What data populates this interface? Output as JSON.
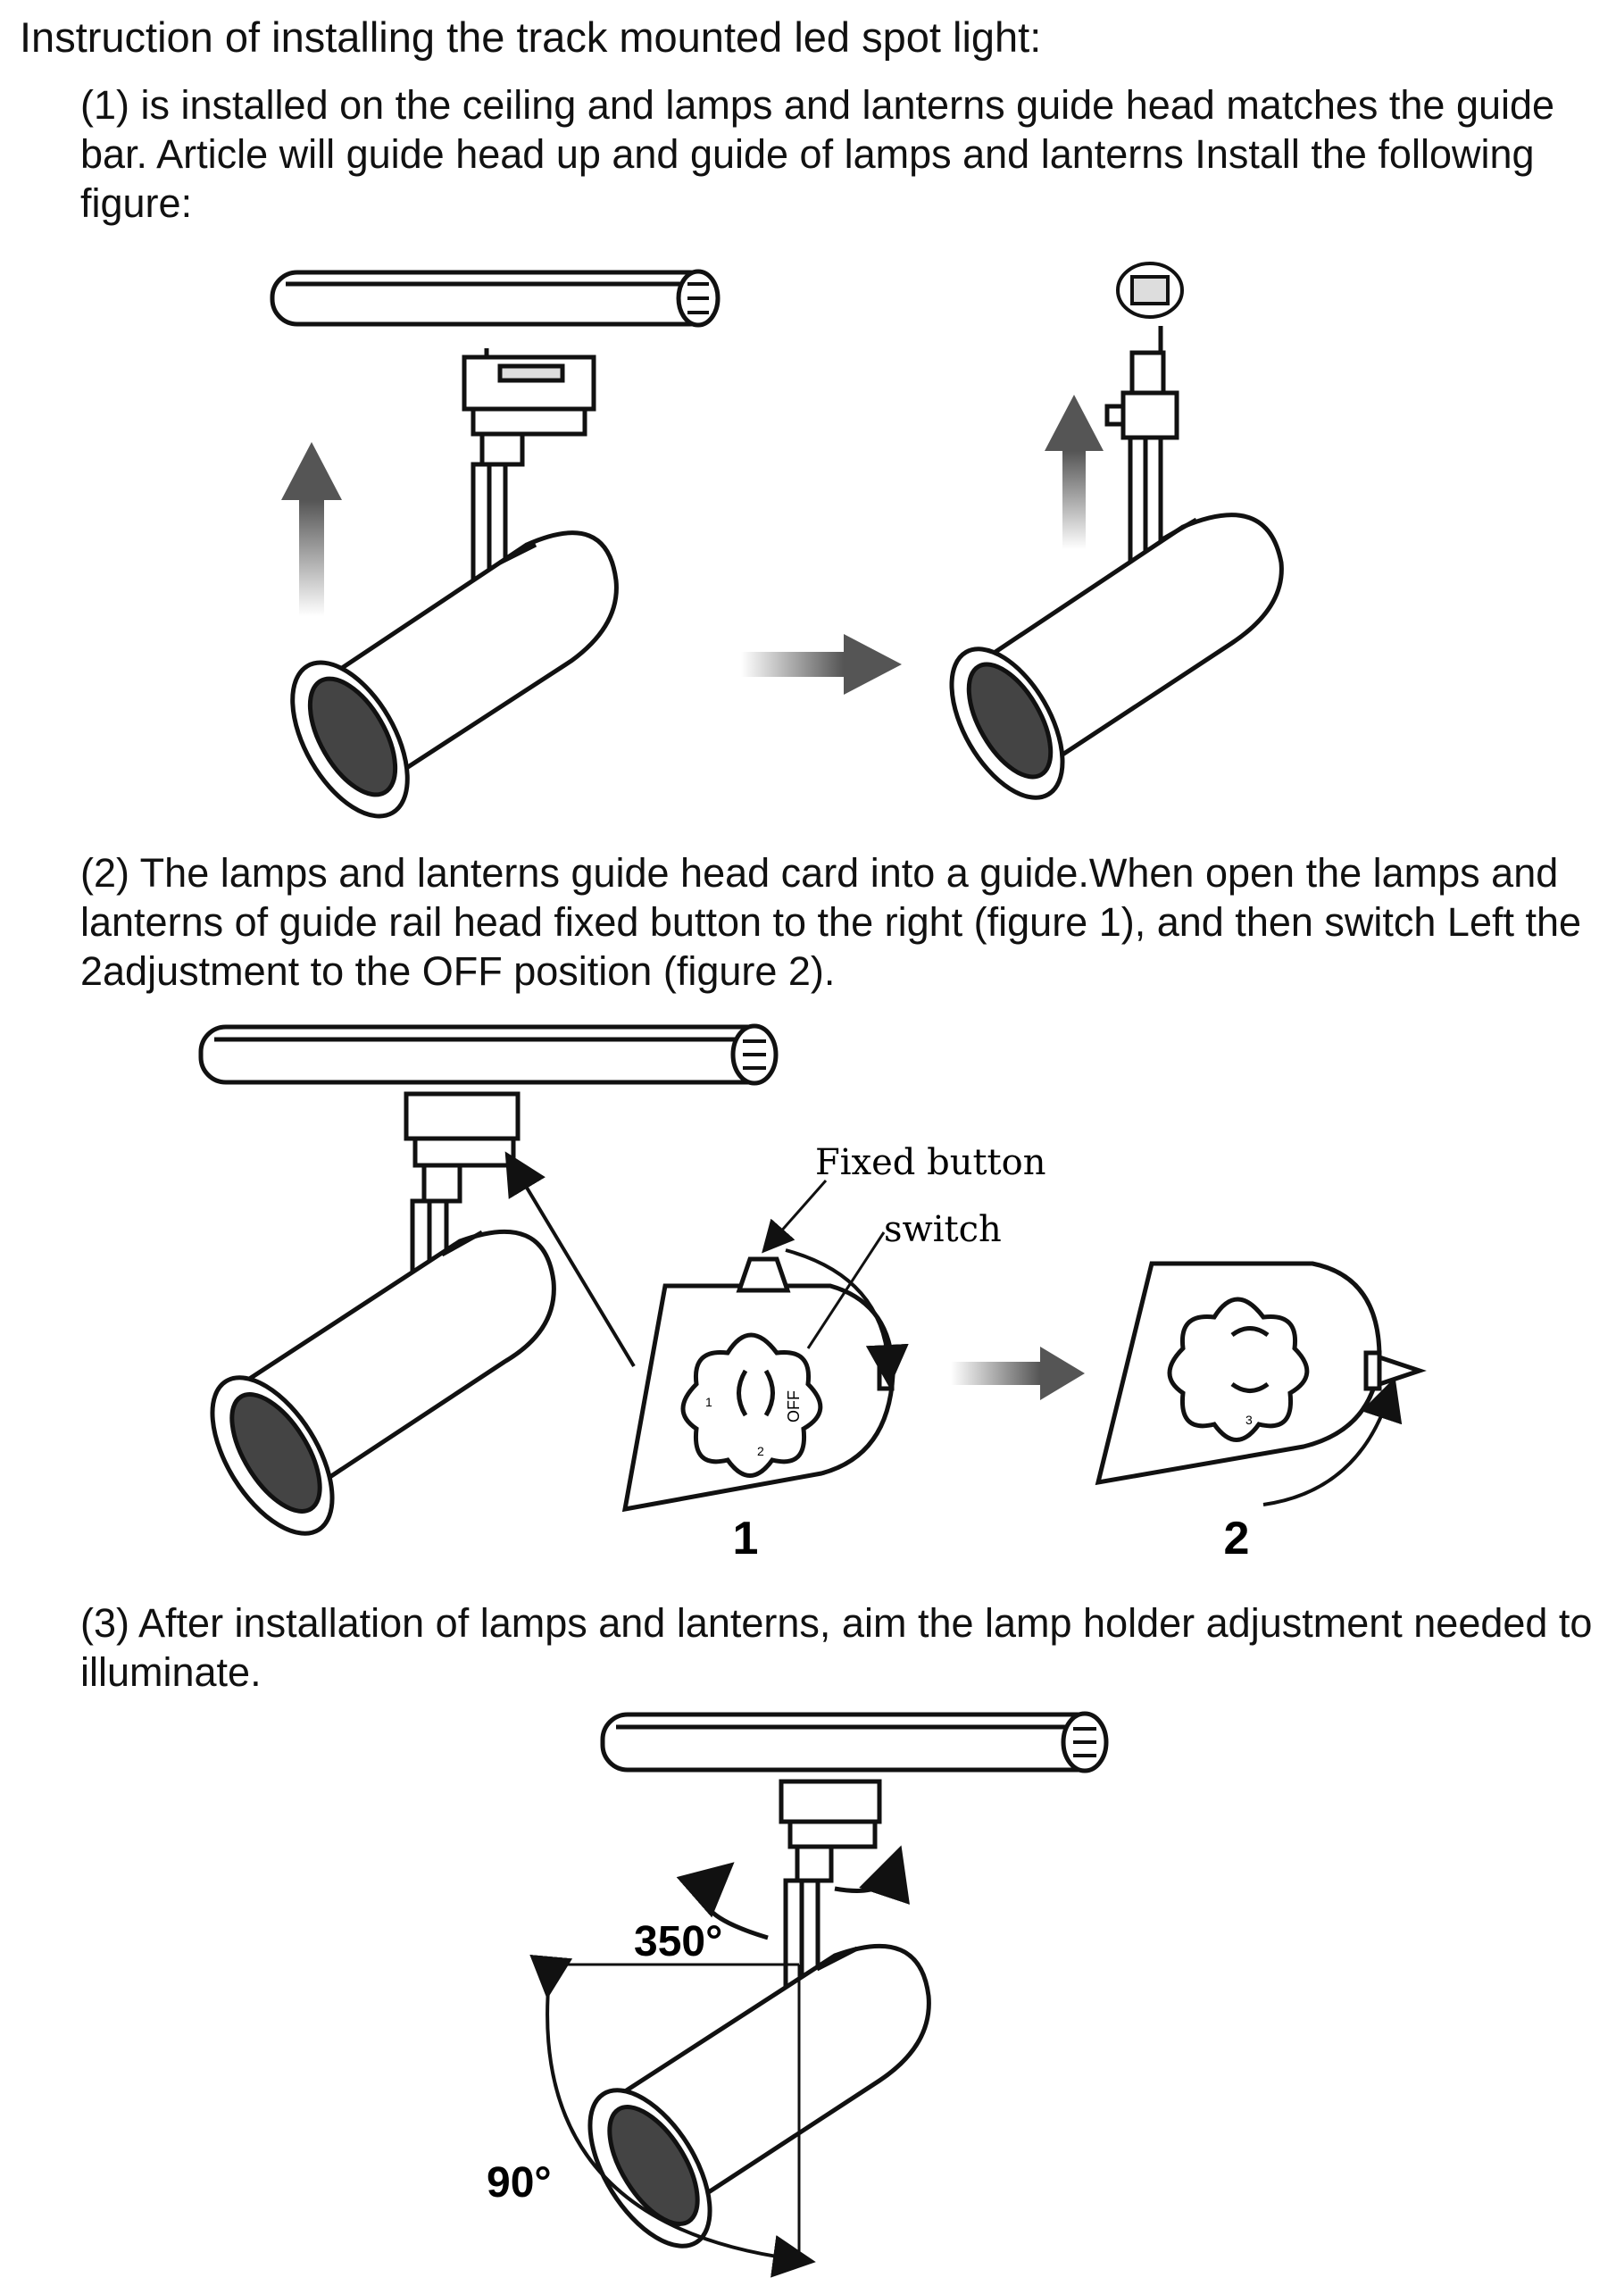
{
  "title": "Instruction of installing the track mounted led spot light:",
  "steps": [
    "(1) is installed on the ceiling and lamps and lanterns guide head matches the guide bar. Article will guide head up and guide of lamps and lanterns Install the following figure:",
    "(2) The lamps and lanterns guide head card into a guide.When open the lamps and lanterns of guide rail head fixed button to the right (figure 1), and then switch Left the 2adjustment to the OFF position (figure 2).",
    "(3) After installation of lamps and lanterns, aim the lamp holder adjustment needed to illuminate."
  ],
  "figure2": {
    "label_fixed_button": "Fixed button",
    "label_switch": "switch",
    "dial_off": "OFF",
    "dial_1": "1",
    "dial_2": "2",
    "dial_3": "3",
    "figure_1_number": "1",
    "figure_2_number": "2"
  },
  "figure3": {
    "rotation_label": "350°",
    "tilt_label": "90°"
  },
  "colors": {
    "line": "#111111",
    "arrow_fill": "#555555",
    "arrow_fade": "#dddddd"
  }
}
